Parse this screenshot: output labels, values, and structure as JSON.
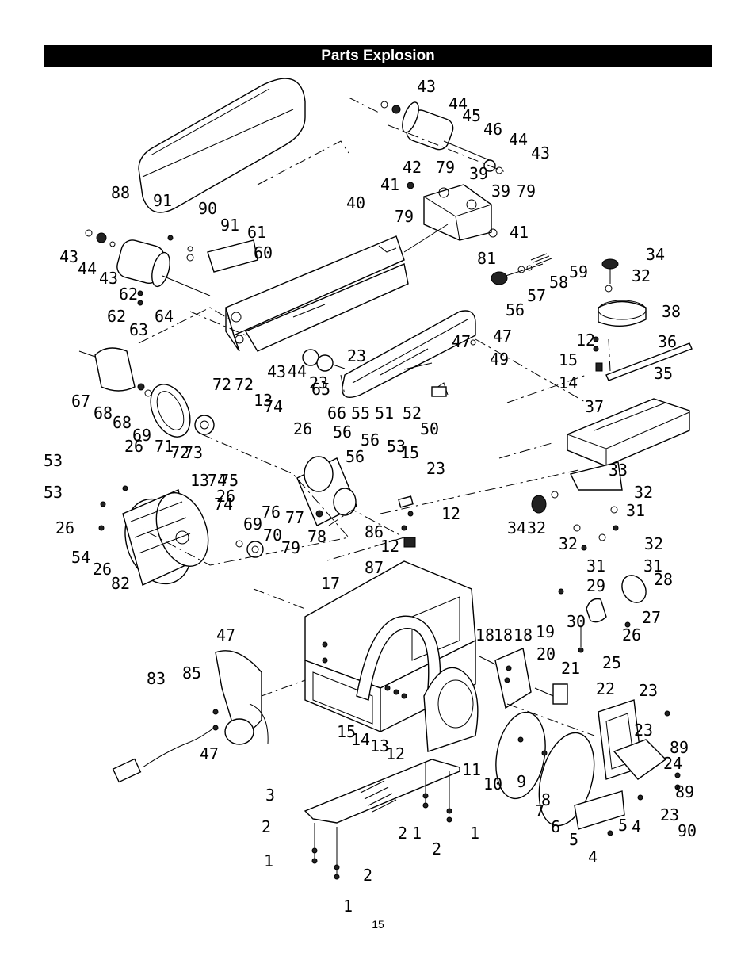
{
  "header": {
    "title": "Parts Explosion"
  },
  "footer": {
    "page_number": "15"
  },
  "diagram": {
    "labels": [
      "1",
      "1",
      "1",
      "1",
      "2",
      "2",
      "2",
      "2",
      "3",
      "4",
      "4",
      "5",
      "5",
      "6",
      "7",
      "8",
      "9",
      "10",
      "11",
      "12",
      "12",
      "12",
      "12",
      "13",
      "13",
      "13",
      "14",
      "14",
      "15",
      "15",
      "15",
      "17",
      "18",
      "18",
      "18",
      "19",
      "20",
      "21",
      "22",
      "23",
      "23",
      "23",
      "23",
      "23",
      "23",
      "24",
      "25",
      "26",
      "26",
      "26",
      "26",
      "26",
      "26",
      "27",
      "28",
      "29",
      "30",
      "31",
      "31",
      "31",
      "32",
      "32",
      "32",
      "32",
      "32",
      "33",
      "34",
      "34",
      "35",
      "36",
      "37",
      "38",
      "39",
      "39",
      "40",
      "41",
      "41",
      "42",
      "43",
      "43",
      "43",
      "43",
      "43",
      "44",
      "44",
      "44",
      "44",
      "45",
      "46",
      "47",
      "47",
      "47",
      "47",
      "49",
      "50",
      "51",
      "52",
      "53",
      "53",
      "53",
      "54",
      "55",
      "56",
      "56",
      "56",
      "56",
      "57",
      "58",
      "59",
      "60",
      "61",
      "62",
      "62",
      "63",
      "64",
      "65",
      "66",
      "67",
      "68",
      "68",
      "69",
      "69",
      "70",
      "71",
      "72",
      "72",
      "72",
      "73",
      "74",
      "74",
      "74",
      "75",
      "76",
      "77",
      "78",
      "79",
      "79",
      "79",
      "79",
      "81",
      "82",
      "83",
      "85",
      "86",
      "87",
      "88",
      "89",
      "89",
      "90",
      "90",
      "91",
      "91"
    ]
  }
}
